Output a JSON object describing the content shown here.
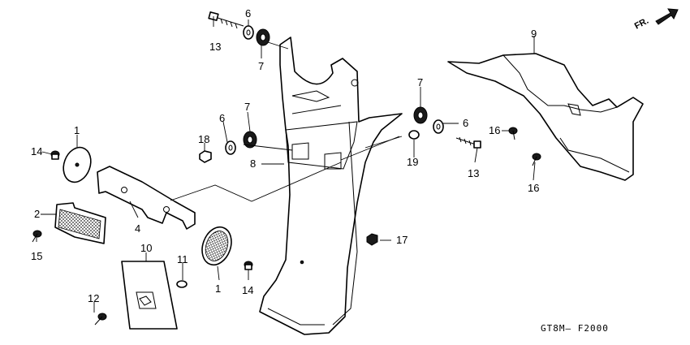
{
  "direction_label": "FR.",
  "diagram_code": "GT8M— F2000",
  "callouts": [
    {
      "id": "c1a",
      "text": "1"
    },
    {
      "id": "c1b",
      "text": "1"
    },
    {
      "id": "c2",
      "text": "2"
    },
    {
      "id": "c4",
      "text": "4"
    },
    {
      "id": "c6a",
      "text": "6"
    },
    {
      "id": "c6b",
      "text": "6"
    },
    {
      "id": "c6c",
      "text": "6"
    },
    {
      "id": "c7a",
      "text": "7"
    },
    {
      "id": "c7b",
      "text": "7"
    },
    {
      "id": "c7c",
      "text": "7"
    },
    {
      "id": "c8",
      "text": "8"
    },
    {
      "id": "c9",
      "text": "9"
    },
    {
      "id": "c10",
      "text": "10"
    },
    {
      "id": "c11",
      "text": "11"
    },
    {
      "id": "c12",
      "text": "12"
    },
    {
      "id": "c13a",
      "text": "13"
    },
    {
      "id": "c13b",
      "text": "13"
    },
    {
      "id": "c14a",
      "text": "14"
    },
    {
      "id": "c14b",
      "text": "14"
    },
    {
      "id": "c15",
      "text": "15"
    },
    {
      "id": "c16a",
      "text": "16"
    },
    {
      "id": "c16b",
      "text": "16"
    },
    {
      "id": "c17",
      "text": "17"
    },
    {
      "id": "c18",
      "text": "18"
    },
    {
      "id": "c19",
      "text": "19"
    }
  ]
}
